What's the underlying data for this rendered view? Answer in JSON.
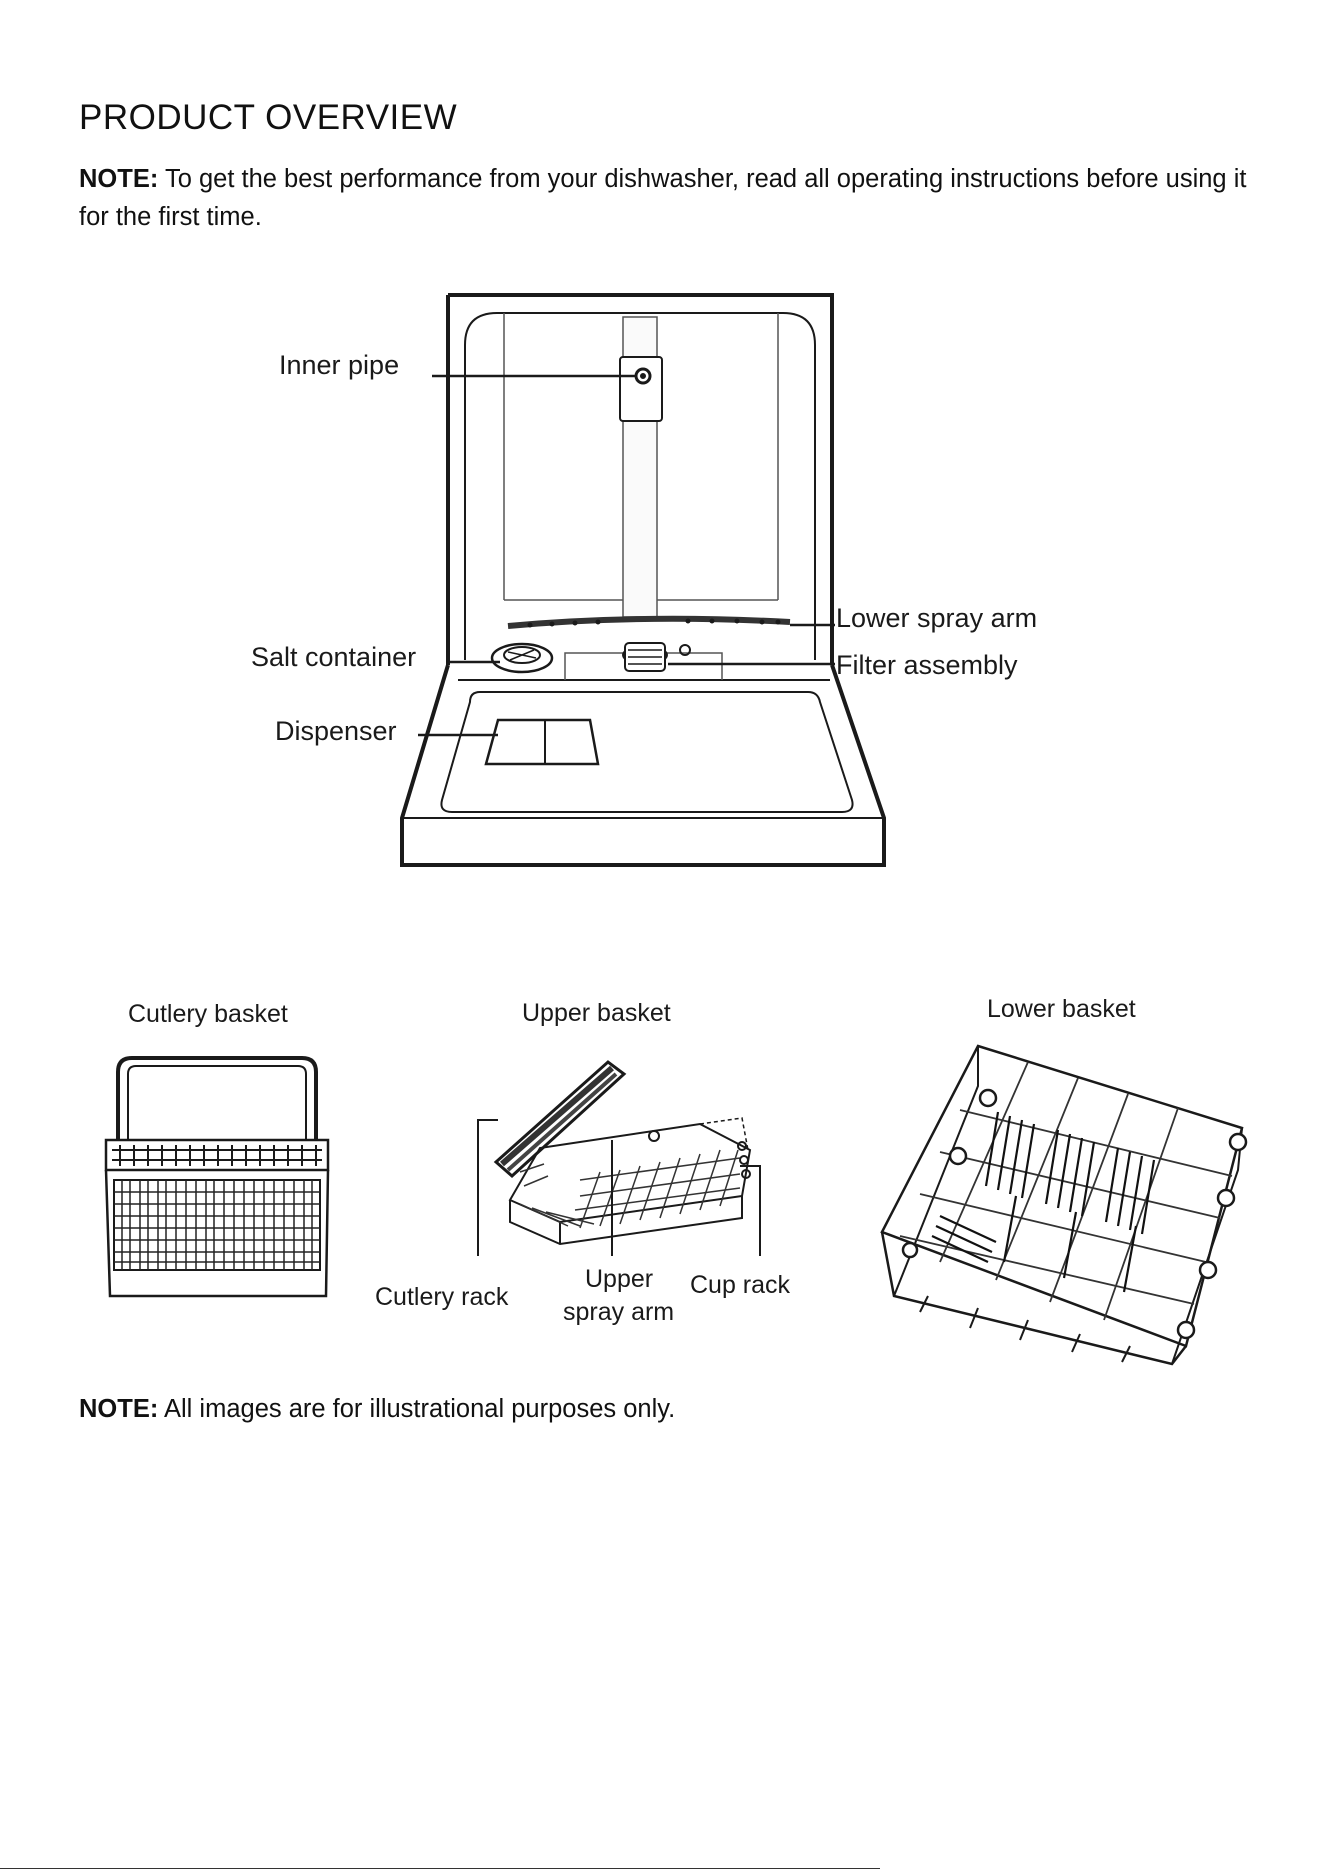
{
  "page": {
    "title": "PRODUCT OVERVIEW",
    "note_top": {
      "label": "NOTE:",
      "text": " To get the best performance from your dishwasher, read all operating instructions before using it for the first time."
    },
    "note_bottom": {
      "label": "NOTE:",
      "text": " All images are for illustrational purposes only."
    }
  },
  "dishwasher_diagram": {
    "labels": {
      "inner_pipe": "Inner pipe",
      "lower_spray_arm": "Lower spray arm",
      "salt_container": "Salt container",
      "filter_assembly": "Filter assembly",
      "dispenser": "Dispenser"
    }
  },
  "baskets": {
    "cutlery_basket": "Cutlery basket",
    "upper_basket": "Upper basket",
    "lower_basket": "Lower basket",
    "cutlery_rack": "Cutlery rack",
    "upper_spray_arm_line1": "Upper",
    "upper_spray_arm_line2": "spray arm",
    "cup_rack": "Cup rack"
  }
}
